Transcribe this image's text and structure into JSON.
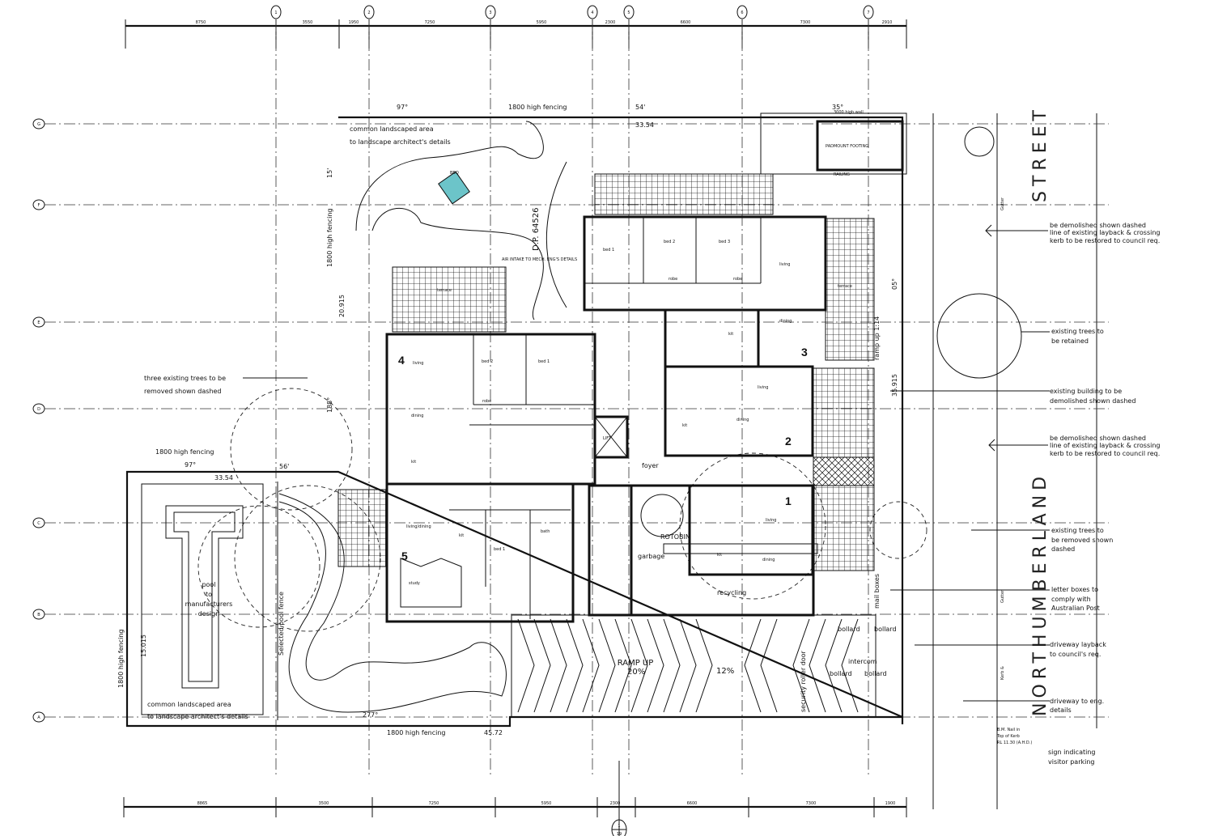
{
  "grid": {
    "columns": [
      "1",
      "2",
      "3",
      "4",
      "5",
      "6",
      "7"
    ],
    "rows": [
      "G",
      "F",
      "E",
      "D",
      "C",
      "B",
      "A"
    ]
  },
  "dimensions": {
    "top": [
      "8750",
      "3550",
      "1950",
      "7250",
      "5950",
      "2300",
      "6600",
      "7300",
      "2910"
    ],
    "bottom": [
      "8865",
      "3500",
      "7250",
      "5950",
      "2300",
      "6600",
      "7300",
      "1900"
    ],
    "section_marker": {
      "top": "1",
      "bottom": "19"
    }
  },
  "street": {
    "name1": "NORTHUMBERLAND",
    "name2": "STREET",
    "gutter": "Gutter",
    "kerb": "Kerb &"
  },
  "boundary": {
    "top_fence": "1800 high fencing",
    "top_bearing": "97°",
    "top_angle": "54'",
    "top_len": "33.54",
    "left_fence": "1800 high fencing",
    "left_len": "20.915",
    "left_bearing": "188°",
    "left_angle": "15'",
    "pool_fence": "1800 high fencing",
    "pool_bearing": "97°",
    "pool_angle": "56'",
    "pool_len": "33.54",
    "left_low_fence": "1800 high fencing",
    "left_low_len": "15.015",
    "bottom_fence": "1800 high fencing",
    "bottom_len": "45.72",
    "bottom_bearing": "277°",
    "right_len": "35.915",
    "right_bearing": "05°"
  },
  "units": [
    "1",
    "2",
    "3",
    "4",
    "5"
  ],
  "rooms": [
    {
      "label": "living"
    },
    {
      "label": "dining"
    },
    {
      "label": "kit"
    },
    {
      "label": "bed 1"
    },
    {
      "label": "bed 2"
    },
    {
      "label": "robe"
    },
    {
      "label": "living/dining"
    },
    {
      "label": "kit"
    },
    {
      "label": "bed 1"
    },
    {
      "label": "bath"
    },
    {
      "label": "study"
    },
    {
      "label": "bed 1"
    },
    {
      "label": "bed 2"
    },
    {
      "label": "bed 3"
    },
    {
      "label": "robe"
    },
    {
      "label": "robe"
    },
    {
      "label": "living"
    },
    {
      "label": "dining"
    },
    {
      "label": "kit"
    },
    {
      "label": "living"
    },
    {
      "label": "dining"
    },
    {
      "label": "kit"
    },
    {
      "label": "living"
    },
    {
      "label": "dining"
    },
    {
      "label": "kit"
    },
    {
      "label": "foyer"
    },
    {
      "label": "LIFT"
    },
    {
      "label": "garbage"
    },
    {
      "label": "recycling"
    },
    {
      "label": "ROTOBIN"
    },
    {
      "label": "terrace"
    },
    {
      "label": "terrace"
    },
    {
      "label": "PADMOUNT FOOTING"
    },
    {
      "label": "RAILING"
    }
  ],
  "site": {
    "common_top": "common landscaped area\nto landscape architect's details",
    "common_top_l1": "common landscaped area",
    "common_top_l2": "to landscape architect's details",
    "common_bottom_l1": "common landscaped area",
    "common_bottom_l2": "to landscape architect's details",
    "pool_l1": "pool",
    "pool_l2": "to",
    "pool_l3": "manufacturers",
    "pool_l4": "design",
    "pool_fence": "Selected pool fence",
    "bbq": "BBQ",
    "air": "AIR INTAKE TO MECH. ENG'S DETAILS",
    "ramp": "RAMP UP",
    "ramp_pct": "20%",
    "slope": "12%",
    "door": "security roller door",
    "bollard": "bollard",
    "intercom": "intercom",
    "mail": "mail boxes",
    "wall": "3000 high wall",
    "dim35": "35°",
    "ramp_side": "ramp up 1:14",
    "bm_l1": "B.M. Nail in",
    "bm_l2": "Top of Kerb",
    "bm_l3": "RL 11.30 (A.H.D.)",
    "dp": "D.P. 64526"
  },
  "notes": {
    "trees_removed_left_l1": "three existing trees to be",
    "trees_removed_left_l2": "removed shown dashed",
    "demolish_a_l1": "be demolished shown dashed",
    "demolish_a_l2": "line of existing layback & crossing",
    "demolish_a_l3": "kerb to be restored to council req.",
    "trees_retained_l1": "existing trees to",
    "trees_retained_l2": "be retained",
    "building_demolish_l1": "existing building to be",
    "building_demolish_l2": "demolished shown dashed",
    "demolish_b_l1": "be demolished shown dashed",
    "demolish_b_l2": "line of existing layback & crossing",
    "demolish_b_l3": "kerb to be restored to council req.",
    "trees_removed_l1": "existing trees to",
    "trees_removed_l2": "be removed shown",
    "trees_removed_l3": "dashed",
    "letter_l1": "letter boxes to",
    "letter_l2": "comply with",
    "letter_l3": "Australian Post",
    "layback_l1": "driveway layback",
    "layback_l2": "to council's req.",
    "driveway_l1": "driveway to eng.",
    "driveway_l2": "details",
    "sign_l1": "sign indicating",
    "sign_l2": "visitor parking"
  }
}
